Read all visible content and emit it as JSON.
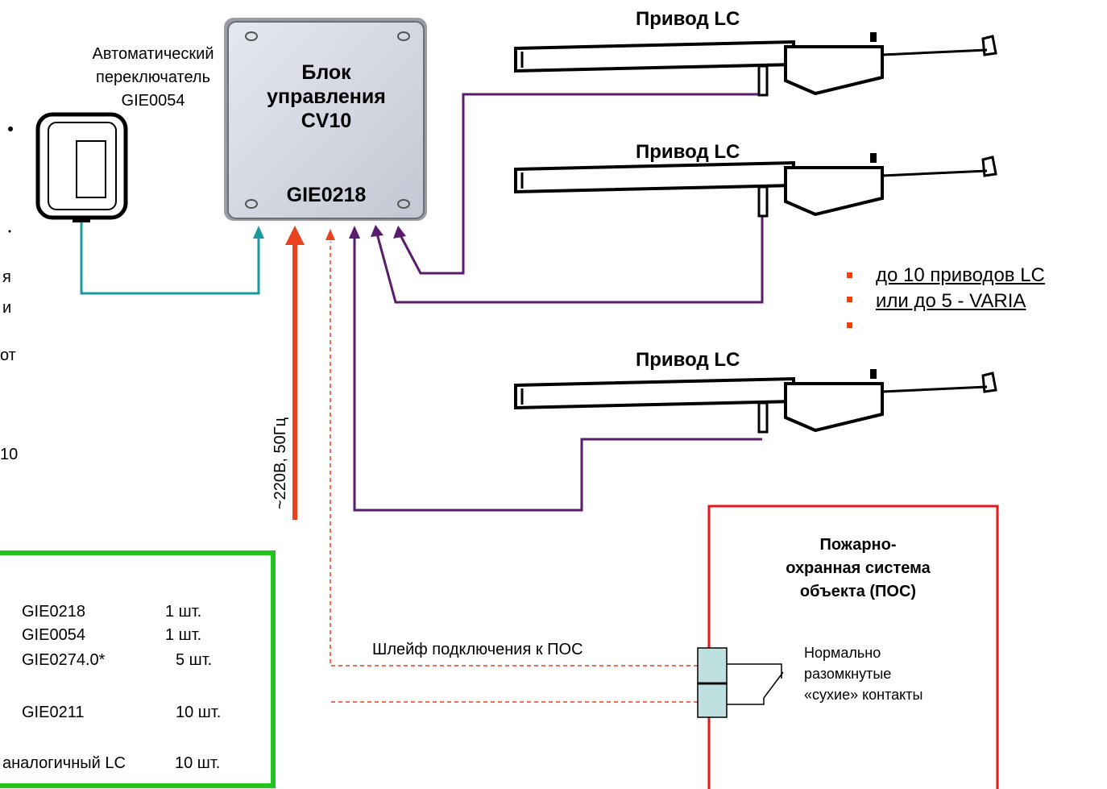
{
  "switch": {
    "title_line1": "Автоматический",
    "title_line2": "переключатель",
    "title_line3": "GIE0054"
  },
  "control_unit": {
    "line1": "Блок",
    "line2": "управления",
    "line3": "CV10",
    "code": "GIE0218"
  },
  "actuators": [
    {
      "label": "Привод LC"
    },
    {
      "label": "Привод LC"
    },
    {
      "label": "Привод LC"
    }
  ],
  "note": {
    "line1": "до 10 приводов LC",
    "line2": "или до 5 - VARIA"
  },
  "power_label": "~220В, 50Гц",
  "loop_label": "Шлейф подключения к ПОС",
  "fire_system": {
    "line1": "Пожарно-",
    "line2": "охранная система",
    "line3": "объекта (ПОС)"
  },
  "contacts": {
    "line1": "Нормально",
    "line2": "разомкнутые",
    "line3": "«сухие» контакты"
  },
  "left_fragments": [
    "я",
    "и",
    "от",
    "10"
  ],
  "spec": [
    {
      "code": "GIE0218",
      "qty": "1 шт."
    },
    {
      "code": "GIE0054",
      "qty": "1 шт."
    },
    {
      "code": "GIE0274.0*",
      "qty": "5 шт."
    },
    {
      "code": "GIE0211",
      "qty": "10 шт."
    },
    {
      "code": "аналогичный LC",
      "qty": "10 шт."
    }
  ],
  "colors": {
    "teal": "#1a9aa0",
    "purple": "#5a1a6e",
    "red": "#e8421e",
    "frame_red": "#e81818",
    "green": "#22c41e",
    "bullet": "#ff3c00",
    "relay": "#bfe0e0"
  }
}
